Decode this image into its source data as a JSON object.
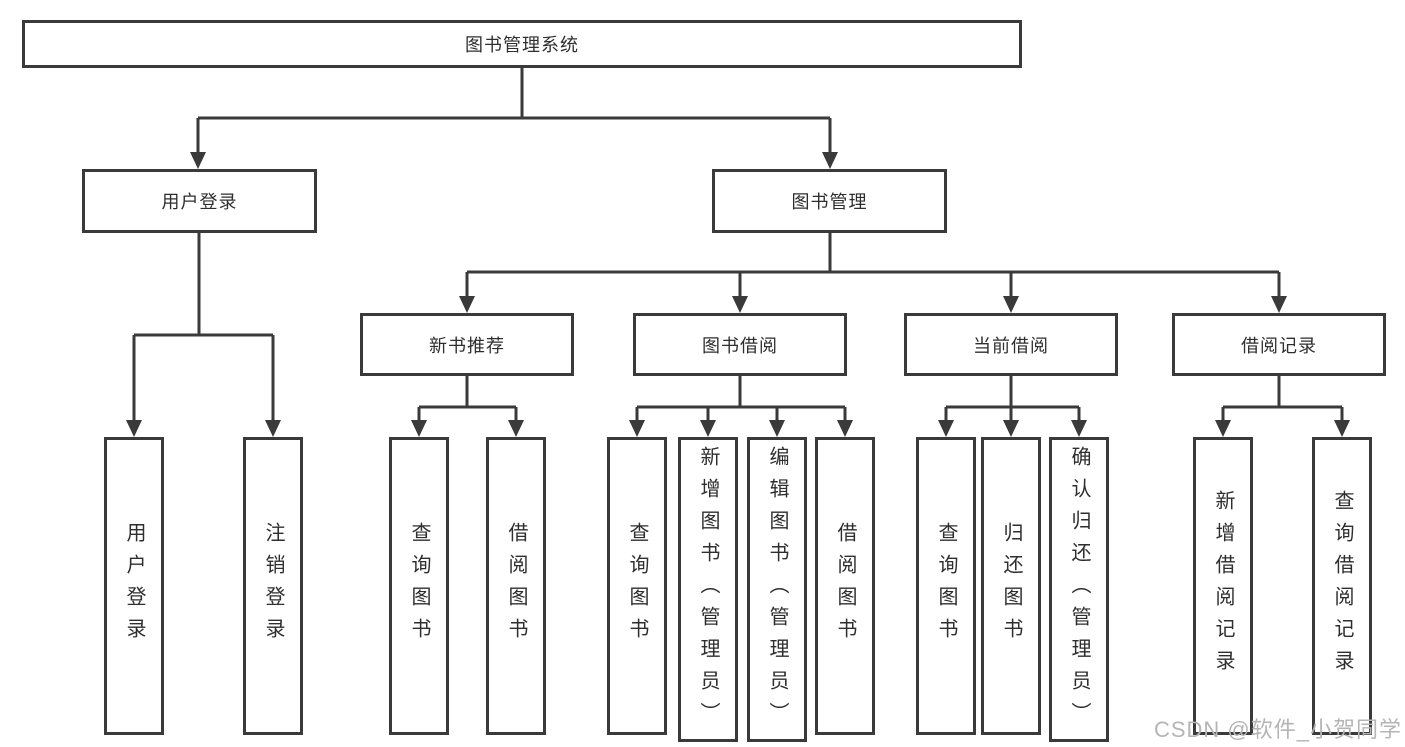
{
  "colors": {
    "line": "#3a3a3a",
    "boxBorder": "#3a3a3a",
    "text": "#2e2e2e",
    "watermark": "#b5b5b5",
    "bg": "#ffffff"
  },
  "watermark": {
    "text": "CSDN @软件_小贺同学"
  },
  "tree": {
    "root": {
      "label": "图书管理系统",
      "children": [
        {
          "label": "用户登录",
          "children": [
            {
              "label": "用户登录"
            },
            {
              "label": "注销登录"
            }
          ]
        },
        {
          "label": "图书管理",
          "children": [
            {
              "label": "新书推荐",
              "children": [
                {
                  "label": "查询图书"
                },
                {
                  "label": "借阅图书"
                }
              ]
            },
            {
              "label": "图书借阅",
              "children": [
                {
                  "label": "查询图书"
                },
                {
                  "label": "新增图书（管理员）"
                },
                {
                  "label": "编辑图书（管理员）"
                },
                {
                  "label": "借阅图书"
                }
              ]
            },
            {
              "label": "当前借阅",
              "children": [
                {
                  "label": "查询图书"
                },
                {
                  "label": "归还图书"
                },
                {
                  "label": "确认归还（管理员）"
                }
              ]
            },
            {
              "label": "借阅记录",
              "children": [
                {
                  "label": "新增借阅记录"
                },
                {
                  "label": "查询借阅记录"
                }
              ]
            }
          ]
        }
      ]
    }
  }
}
